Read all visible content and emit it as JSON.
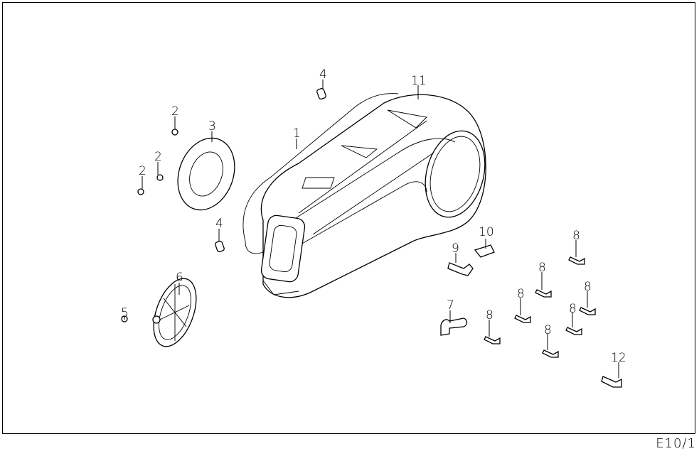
{
  "diagram": {
    "sheet_code": "E10/1",
    "callouts": {
      "c1": "1",
      "c2a": "2",
      "c2b": "2",
      "c2c": "2",
      "c3": "3",
      "c4a": "4",
      "c4b": "4",
      "c5": "5",
      "c6": "6",
      "c7": "7",
      "c8a": "8",
      "c8b": "8",
      "c8c": "8",
      "c8d": "8",
      "c8e": "8",
      "c8f": "8",
      "c8g": "8",
      "c9": "9",
      "c10": "10",
      "c11": "11",
      "c12": "12"
    }
  }
}
